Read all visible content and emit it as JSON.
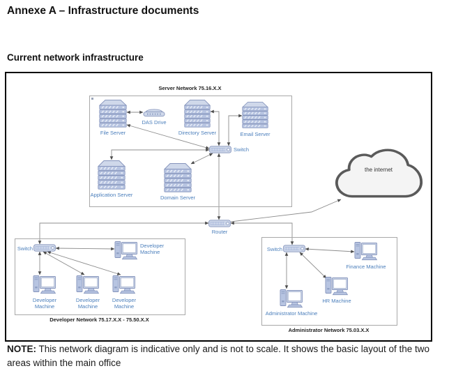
{
  "page": {
    "title": "Annexe A – Infrastructure documents",
    "heading": "Current network infrastructure",
    "note": {
      "label": "NOTE:",
      "text": " This network diagram is indicative only and is not to scale. It shows the basic layout of the two areas within the main office"
    }
  },
  "diagram": {
    "server_network": {
      "title": "Server Network 75.16.X.X",
      "nodes": {
        "file_server": "File Server",
        "das_drive": "DAS Drive",
        "directory_server": "Directory Server",
        "email_server": "Email Server",
        "switch": "Switch",
        "application_server": "Application Server",
        "domain_server": "Domain Server"
      }
    },
    "internet": {
      "label": "the internet"
    },
    "router": {
      "label": "Router"
    },
    "developer_network": {
      "title": "Developer Network 75.17.X.X - 75.50.X.X",
      "switch": "Switch",
      "machines": [
        "Developer Machine",
        "Developer Machine",
        "Developer Machine",
        "Developer Machine"
      ]
    },
    "administrator_network": {
      "title": "Administrator Network 75.03.X.X",
      "switch": "Switch",
      "machines": {
        "finance": "Finance Machine",
        "hr": "HR Machine",
        "administrator": "Administrator Machine"
      }
    },
    "icons": [
      "server-stack-icon",
      "das-drive-icon",
      "network-switch-icon",
      "router-icon",
      "desktop-computer-icon",
      "internet-cloud-icon"
    ],
    "connections": [
      "File Server - DAS Drive",
      "File Server - Server Switch",
      "Directory Server - Server Switch",
      "Email Server - Server Switch",
      "Application Server - Server Switch",
      "Domain Server - Server Switch",
      "Server Switch - Router",
      "Router - the internet",
      "Router - Developer Switch",
      "Router - Administrator Switch",
      "Developer Switch - Developer Machine x4",
      "Administrator Switch - Finance Machine",
      "Administrator Switch - HR Machine",
      "Administrator Switch - Administrator Machine"
    ],
    "colors": {
      "node_label": "#4a7ebb",
      "icon_fill": "#b7c4e1",
      "icon_border": "#8493bb",
      "line": "#8c8c8c",
      "cloud_fill": "#f4f4f4",
      "cloud_border": "#5a5a5a"
    }
  }
}
